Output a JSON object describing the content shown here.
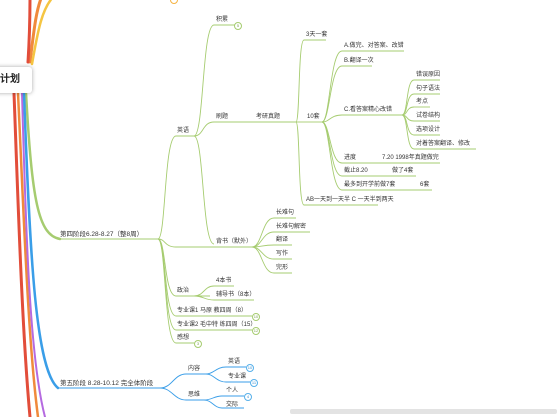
{
  "root": {
    "title": "计划"
  },
  "phase4": {
    "label": "第四阶段6.28-8.27（整8周）",
    "english": {
      "label": "英语",
      "vocab": {
        "label": "积累",
        "count": "5"
      },
      "test": {
        "label": "刷题",
        "kaoyan": {
          "label": "考研真题",
          "three_day": "3天一套",
          "ten_sets": {
            "label": "10套",
            "steps": [
              "A.做完、对答案、改错",
              "B.翻译一次",
              "C.看答案精心改错"
            ],
            "analysis": [
              "错误原因",
              "句子语法",
              "考点",
              "试卷结构",
              "选项设计",
              "对着答案翻译、修改"
            ],
            "progress": {
              "label": "进度",
              "value": "7.20  1998年真题做完"
            },
            "deadline": {
              "label": "截止8.20",
              "value": "做了4套"
            },
            "max": {
              "label": "最多到开学前做7套",
              "value": "6套"
            }
          },
          "ab_note": "AB一天到一天半  C 一天半到两天"
        }
      },
      "memorize": {
        "label": "背书（默外）",
        "items": [
          "长难句",
          "长难句解密",
          "翻译",
          "写作",
          "完形"
        ]
      }
    },
    "politics": {
      "label": "政治",
      "items": [
        "4本书",
        "辅导书（8本）"
      ]
    },
    "major1": {
      "label": "专业课1 马原 教四周（8）",
      "count": "10"
    },
    "major2": {
      "label": "专业课2 毛中特 练四周（15）",
      "count": "12"
    },
    "feel": {
      "label": "感想",
      "count": "3"
    }
  },
  "phase5": {
    "label": "第五阶段 8.28-10.12 完全体阶段",
    "content": {
      "label": "内容",
      "english": "英语",
      "english_count": "10",
      "major": "专业课",
      "major_count": "11"
    },
    "thinking": {
      "label": "思维",
      "personal": "个人",
      "personal_count": "4",
      "sub": "交际"
    }
  },
  "colors": {
    "green": "#a6cc70",
    "blue": "#57b0ea",
    "phase4_stroke": "#a6cc70",
    "phase5_stroke": "#3a9ee8"
  }
}
